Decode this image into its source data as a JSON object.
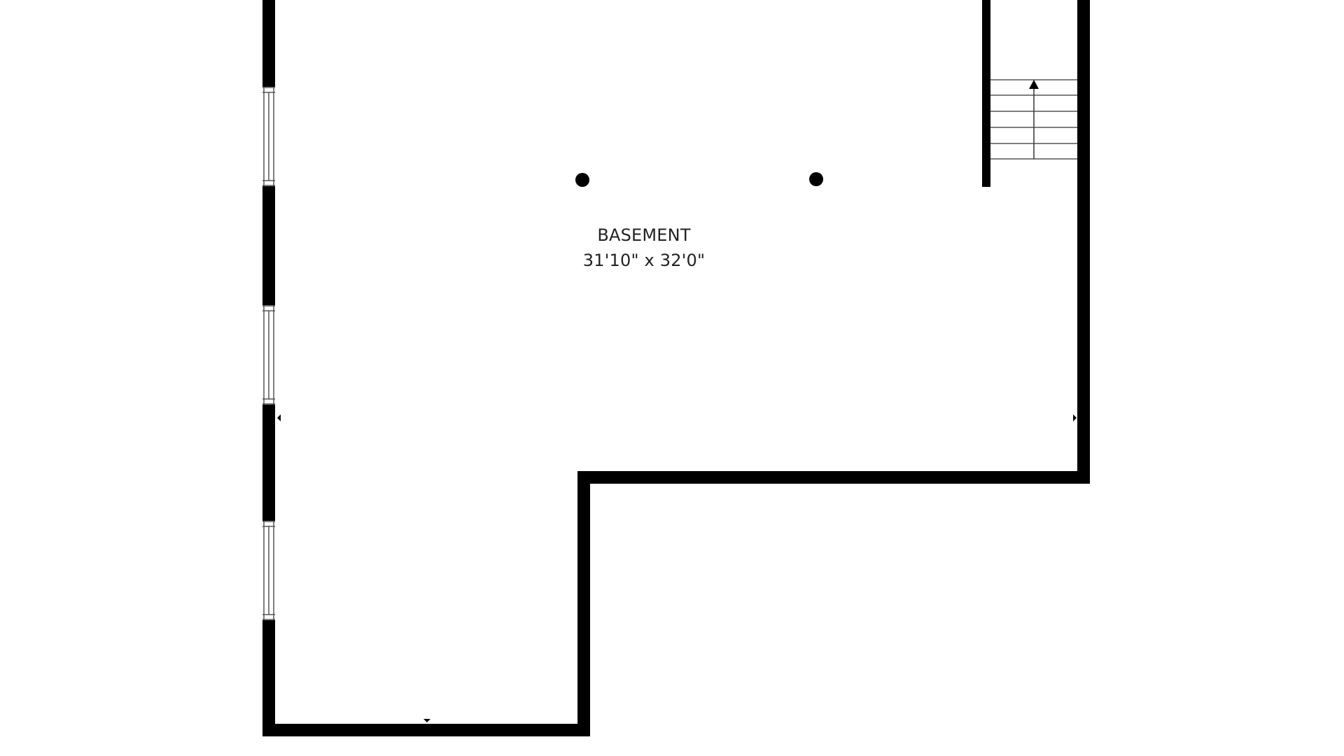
{
  "colors": {
    "wall": "#000000",
    "background": "#ffffff",
    "line": "#333333",
    "text": "#222222"
  },
  "room": {
    "name": "BASEMENT",
    "dimensions": "31'10\" x 32'0\""
  },
  "stairs": {
    "direction": "up"
  }
}
